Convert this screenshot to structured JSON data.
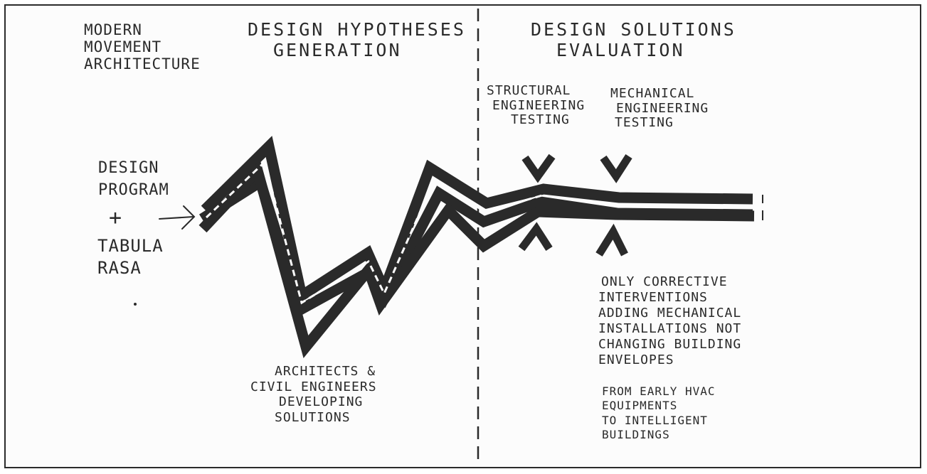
{
  "top_left_label": [
    "MODERN",
    "MOVEMENT",
    "ARCHITECTURE"
  ],
  "left_heading": [
    "DESIGN HYPOTHESES",
    "GENERATION"
  ],
  "right_heading": [
    "DESIGN SOLUTIONS",
    "EVALUATION"
  ],
  "structural_label": [
    "STRUCTURAL",
    "ENGINEERING",
    "TESTING"
  ],
  "mechanical_label": [
    "MECHANICAL",
    "ENGINEERING",
    "TESTING"
  ],
  "input_label": [
    "DESIGN",
    "PROGRAM"
  ],
  "plus_sign": "+",
  "tabula_label": [
    "TABULA",
    "RASA"
  ],
  "architects_note": [
    "ARCHITECTS &",
    "CIVIL ENGINEERS",
    "DEVELOPING",
    "SOLUTIONS"
  ],
  "corrective_note": [
    "ONLY CORRECTIVE",
    "INTERVENTIONS",
    "ADDING MECHANICAL",
    "INSTALLATIONS NOT",
    "CHANGING BUILDING",
    "ENVELOPES"
  ],
  "hvac_note": [
    "FROM EARLY HVAC",
    "EQUIPMENTS",
    "TO INTELLIGENT",
    "BUILDINGS"
  ],
  "colors": {
    "ink": "#2a2a2a",
    "paper": "#fcfcfc",
    "frame": "#2b2b2b"
  }
}
